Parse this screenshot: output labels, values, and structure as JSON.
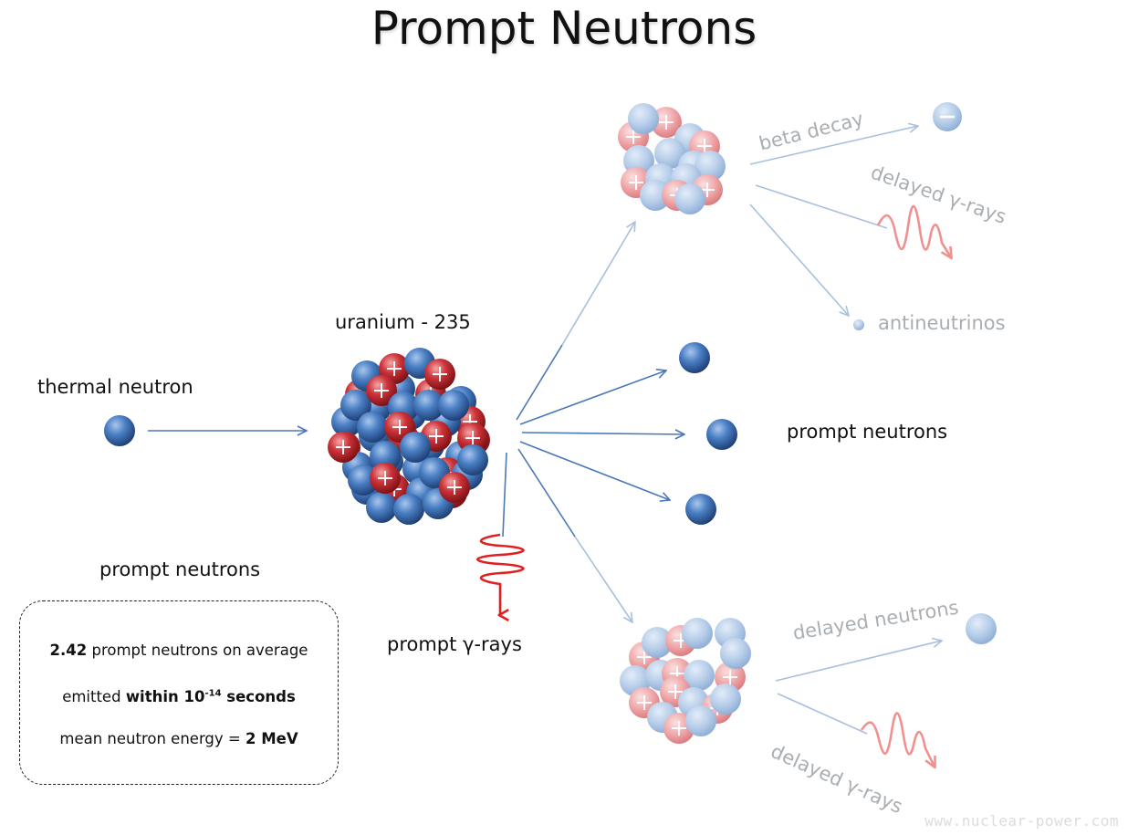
{
  "title": "Prompt Neutrons",
  "labels": {
    "thermal_neutron": "thermal neutron",
    "uranium": "uranium - 235",
    "prompt_neutrons_right": "prompt neutrons",
    "prompt_gamma": "prompt γ-rays",
    "beta_decay": "beta decay",
    "delayed_gamma_top": "delayed γ-rays",
    "antineutrinos": "antineutrinos",
    "delayed_neutrons": "delayed neutrons",
    "delayed_gamma_bottom": "delayed γ-rays",
    "prompt_neutrons_box_heading": "prompt neutrons"
  },
  "info_box": {
    "line1_value": "2.42",
    "line1_text": " prompt neutrons on average",
    "line2_text": "emitted ",
    "line2_bold": "within 10",
    "line2_sup": "-14",
    "line2_bold_end": " seconds",
    "line3_text": "mean neutron energy = ",
    "line3_bold": "2 MeV"
  },
  "watermark": "www.nuclear-power.com",
  "colors": {
    "neutron": "#3d6fb5",
    "proton": "#c0272d",
    "arrow": "#4a78b8",
    "arrow_faded": "#a8c0dd",
    "gamma": "#e02020",
    "gamma_faded": "#f29090"
  }
}
